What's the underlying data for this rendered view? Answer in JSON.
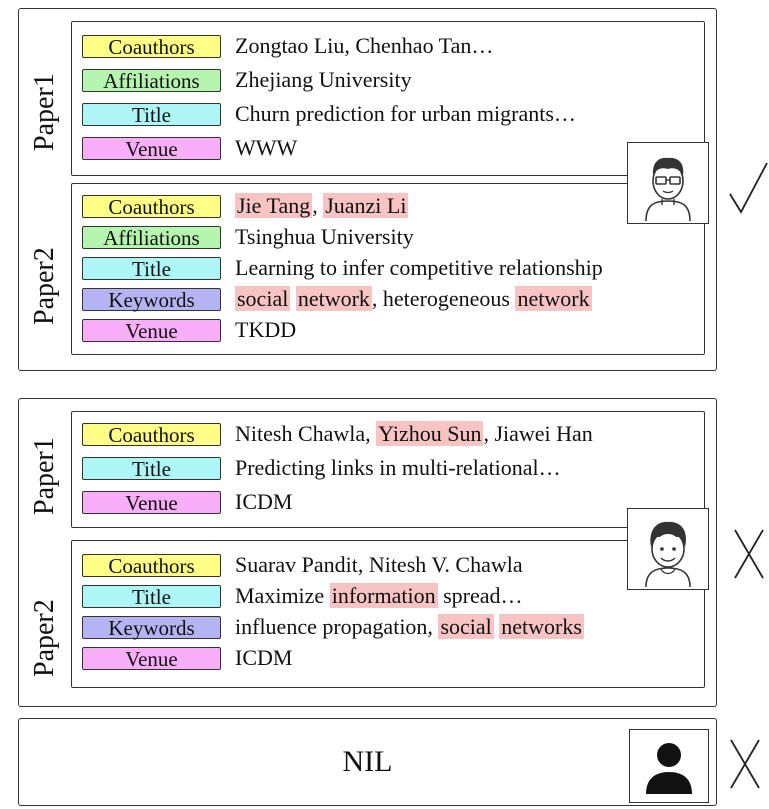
{
  "colors": {
    "Coauthors": "#ffff88",
    "Affiliations": "#b6f5b0",
    "Title": "#aef6f6",
    "Keywords": "#b4b4f2",
    "Venue": "#f8aef8",
    "highlight": "#f7c3c3"
  },
  "cases": [
    {
      "papers": [
        {
          "label": "Paper1",
          "fields": [
            {
              "tag": "Coauthors",
              "parts": [
                {
                  "t": "Zongtao Liu, Chenhao Tan…"
                }
              ]
            },
            {
              "tag": "Affiliations",
              "parts": [
                {
                  "t": "Zhejiang University"
                }
              ]
            },
            {
              "tag": "Title",
              "parts": [
                {
                  "t": "Churn prediction for urban migrants…"
                }
              ]
            },
            {
              "tag": "Venue",
              "parts": [
                {
                  "t": "WWW"
                }
              ]
            }
          ]
        },
        {
          "label": "Paper2",
          "fields": [
            {
              "tag": "Coauthors",
              "parts": [
                {
                  "t": "Jie Tang",
                  "hl": true
                },
                {
                  "t": ", "
                },
                {
                  "t": "Juanzi Li",
                  "hl": true
                }
              ]
            },
            {
              "tag": "Affiliations",
              "parts": [
                {
                  "t": "Tsinghua University"
                }
              ]
            },
            {
              "tag": "Title",
              "parts": [
                {
                  "t": "Learning to infer competitive relationship"
                }
              ]
            },
            {
              "tag": "Keywords",
              "parts": [
                {
                  "t": "social",
                  "hl": true
                },
                {
                  "t": " "
                },
                {
                  "t": "network",
                  "hl": true
                },
                {
                  "t": ", heterogeneous "
                },
                {
                  "t": "network",
                  "hl": true
                }
              ]
            },
            {
              "tag": "Venue",
              "parts": [
                {
                  "t": "TKDD"
                }
              ]
            }
          ]
        }
      ],
      "avatar": "person-with-glasses-icon",
      "result": "check-mark-icon"
    },
    {
      "papers": [
        {
          "label": "Paper1",
          "fields": [
            {
              "tag": "Coauthors",
              "parts": [
                {
                  "t": "Nitesh Chawla, "
                },
                {
                  "t": "Yizhou Sun",
                  "hl": true
                },
                {
                  "t": ", Jiawei Han"
                }
              ]
            },
            {
              "tag": "Title",
              "parts": [
                {
                  "t": "Predicting links in multi-relational…"
                }
              ]
            },
            {
              "tag": "Venue",
              "parts": [
                {
                  "t": "ICDM"
                }
              ]
            }
          ]
        },
        {
          "label": "Paper2",
          "fields": [
            {
              "tag": "Coauthors",
              "parts": [
                {
                  "t": "Suarav Pandit, Nitesh V. Chawla"
                }
              ]
            },
            {
              "tag": "Title",
              "parts": [
                {
                  "t": "Maximize "
                },
                {
                  "t": "information",
                  "hl": true
                },
                {
                  "t": " spread…"
                }
              ]
            },
            {
              "tag": "Keywords",
              "parts": [
                {
                  "t": "influence propagation, "
                },
                {
                  "t": "social",
                  "hl": true
                },
                {
                  "t": " "
                },
                {
                  "t": "networks",
                  "hl": true
                }
              ]
            },
            {
              "tag": "Venue",
              "parts": [
                {
                  "t": "ICDM"
                }
              ]
            }
          ]
        }
      ],
      "avatar": "person-curly-hair-icon",
      "result": "cross-mark-icon"
    },
    {
      "nil_text": "NIL",
      "avatar": "silhouette-person-icon",
      "result": "cross-mark-icon"
    }
  ]
}
